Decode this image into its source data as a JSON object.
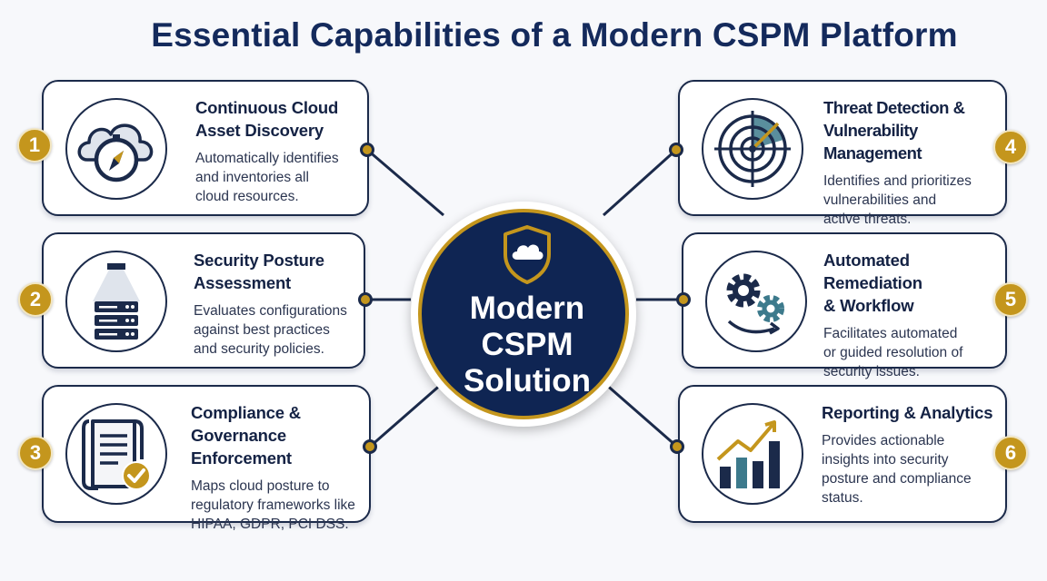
{
  "title": "Essential Capabilities of a Modern CSPM Platform",
  "hub": {
    "line1": "Modern",
    "line2": "CSPM",
    "line3": "Solution",
    "icon": "cloud-shield-icon"
  },
  "colors": {
    "navy": "#0f2553",
    "gold": "#c4961d",
    "teal": "#3d7a8c"
  },
  "capabilities": [
    {
      "number": "1",
      "title": "Continuous Cloud\nAsset Discovery",
      "description": "Automatically identifies\nand inventories all\ncloud resources.",
      "icon": "cloud-compass-icon"
    },
    {
      "number": "2",
      "title": "Security Posture\nAssessment",
      "description": "Evaluates configurations\nagainst best practices\nand security policies.",
      "icon": "server-scan-icon"
    },
    {
      "number": "3",
      "title": "Compliance &\nGovernance Enforcement",
      "description": "Maps cloud posture to\nregulatory frameworks like\nHIPAA, GDPR, PCI DSS.",
      "icon": "document-check-icon"
    },
    {
      "number": "4",
      "title": "Threat Detection &\nVulnerability Management",
      "description": "Identifies and prioritizes\nvulnerabilities and\nactive threats.",
      "icon": "radar-icon"
    },
    {
      "number": "5",
      "title": "Automated Remediation\n& Workflow",
      "description": "Facilitates automated\nor guided resolution of\nsecurity issues.",
      "icon": "gears-icon"
    },
    {
      "number": "6",
      "title": "Reporting & Analytics",
      "description": "Provides actionable\ninsights into security\nposture and compliance\nstatus.",
      "icon": "bar-chart-trend-icon"
    }
  ]
}
